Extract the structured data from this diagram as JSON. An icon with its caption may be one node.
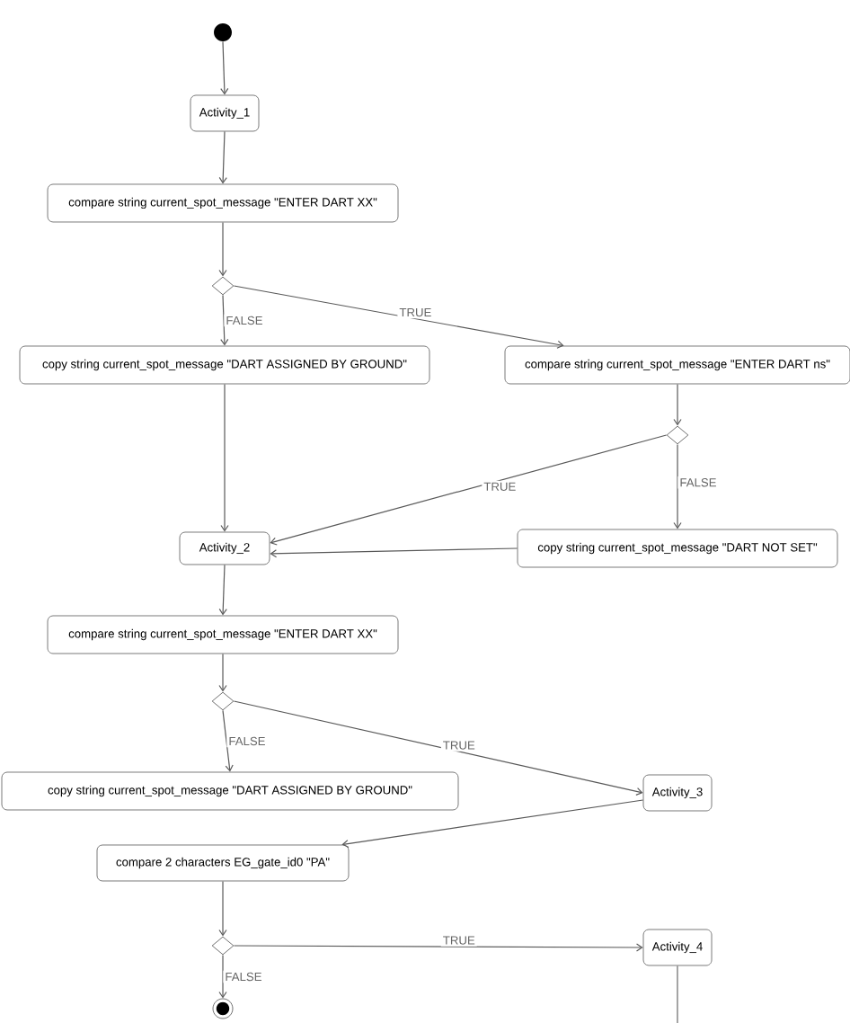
{
  "diagram": {
    "nodes": [
      {
        "text": [],
        "shape": "circle"
      },
      {
        "text": [
          "Activity_1"
        ]
      },
      {
        "text": [
          "compare string current_spot_message \"ENTER DART XX\""
        ]
      },
      {
        "text": [],
        "shape": "diamond"
      },
      {
        "text": [
          "copy string current_spot_message \"DART ASSIGNED BY GROUND\""
        ]
      },
      {
        "text": [
          "compare string current_spot_message \"ENTER DART ns\""
        ]
      },
      {
        "text": [],
        "shape": "diamond"
      },
      {
        "text": [
          "Activity_2"
        ]
      },
      {
        "text": [
          "copy string current_spot_message \"DART NOT SET\""
        ]
      },
      {
        "text": [
          "compare string current_spot_message \"ENTER DART XX\""
        ]
      },
      {
        "text": [],
        "shape": "diamond"
      },
      {
        "text": [
          "copy string current_spot_message \"DART ASSIGNED BY GROUND\""
        ]
      },
      {
        "text": [
          "Activity_3"
        ]
      },
      {
        "text": [
          "compare 2 characters EG_gate_id0 \"PA\""
        ]
      },
      {
        "text": [],
        "shape": "diamond"
      },
      {
        "text": [
          "Activity_4"
        ]
      },
      {
        "text": [],
        "shape": "circle"
      }
    ],
    "edges": [
      {
        "from": 0,
        "to": 1,
        "arrow": "to"
      },
      {
        "from": 1,
        "to": 2,
        "arrow": "to"
      },
      {
        "from": 2,
        "to": 3,
        "arrow": "to"
      },
      {
        "from": 3,
        "to": 4,
        "arrow": "to",
        "label": "FALSE"
      },
      {
        "from": 3,
        "to": 5,
        "arrow": "to",
        "label": "TRUE"
      },
      {
        "from": 4,
        "to": 7,
        "arrow": "to"
      },
      {
        "from": 5,
        "to": 6,
        "arrow": "to"
      },
      {
        "from": 6,
        "to": 7,
        "arrow": "to",
        "label": "TRUE"
      },
      {
        "from": 6,
        "to": 8,
        "arrow": "to",
        "label": "FALSE"
      },
      {
        "from": 8,
        "to": 7,
        "arrow": "to"
      },
      {
        "from": 7,
        "to": 9,
        "arrow": "to"
      },
      {
        "from": 9,
        "to": 10,
        "arrow": "to"
      },
      {
        "from": 10,
        "to": 11,
        "arrow": "to",
        "label": "FALSE"
      },
      {
        "from": 10,
        "to": 12,
        "arrow": "to",
        "label": "TRUE"
      },
      {
        "from": 12,
        "to": 13,
        "arrow": "to"
      },
      {
        "from": 13,
        "to": 14,
        "arrow": "to"
      },
      {
        "from": 14,
        "to": 15,
        "arrow": "to",
        "label": "TRUE"
      },
      {
        "from": 14,
        "to": 16,
        "arrow": "to",
        "label": "FALSE"
      },
      {
        "from": 15,
        "to": null,
        "arrow": "none"
      }
    ]
  }
}
